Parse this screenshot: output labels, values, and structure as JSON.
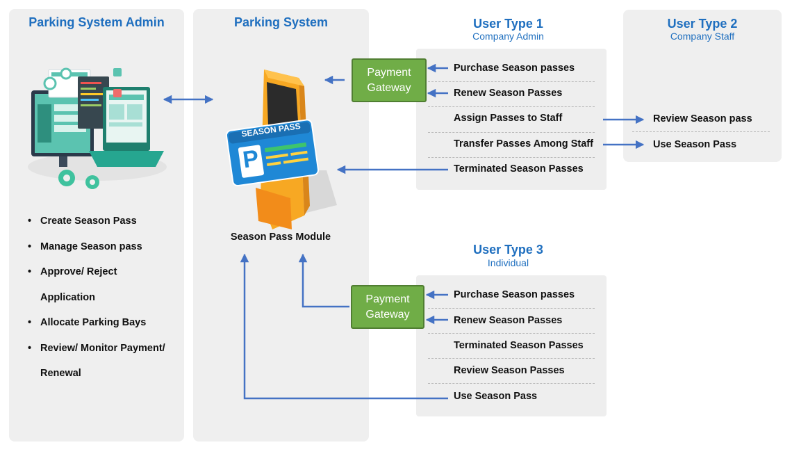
{
  "panels": {
    "admin": {
      "title": "Parking System Admin",
      "items": [
        "Create Season Pass",
        "Manage Season pass",
        "Approve/ Reject",
        "Application",
        "Allocate Parking Bays",
        "Review/ Monitor Payment/",
        "Renewal"
      ]
    },
    "system": {
      "title": "Parking System",
      "module_label": "Season Pass Module",
      "card_label": "SEASON PASS",
      "card_letter": "P"
    }
  },
  "user_type_1": {
    "title": "User Type 1",
    "subtitle": "Company Admin",
    "items": [
      "Purchase Season passes",
      "Renew Season Passes",
      "Assign Passes to Staff",
      "Transfer Passes Among Staff",
      "Terminated Season Passes"
    ]
  },
  "user_type_2": {
    "title": "User Type 2",
    "subtitle": "Company Staff",
    "items": [
      "Review Season pass",
      "Use Season Pass"
    ]
  },
  "user_type_3": {
    "title": "User Type 3",
    "subtitle": "Individual",
    "items": [
      "Purchase Season passes",
      "Renew Season Passes",
      "Terminated Season Passes",
      "Review Season Passes",
      "Use Season Pass"
    ]
  },
  "payment_gateway": {
    "line1": "Payment",
    "line2": "Gateway"
  },
  "colors": {
    "accent": "#1f6fbf",
    "arrow": "#4472c4",
    "gateway": "#70ad47",
    "panel": "#efefef"
  }
}
